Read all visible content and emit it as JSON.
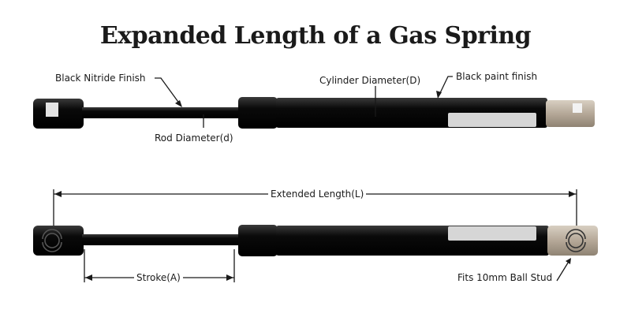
{
  "title": "Expanded Length of a Gas Spring",
  "labels": {
    "black_nitride_finish": "Black Nitride Finish",
    "cylinder_diameter": "Cylinder Diameter(D)",
    "black_paint_finish": "Black paint finish",
    "rod_diameter": "Rod Diameter(d)",
    "extended_length": "Extended Length(L)",
    "stroke": "Stroke(A)",
    "fits_ball_stud": "Fits 10mm Ball Stud"
  },
  "colors": {
    "body_black": "#0e0e0e",
    "rod_black": "#151515",
    "window_grey": "#d6d6d6",
    "end_fitting_tan": "#bfb3a4",
    "line": "#1a1a1a"
  }
}
